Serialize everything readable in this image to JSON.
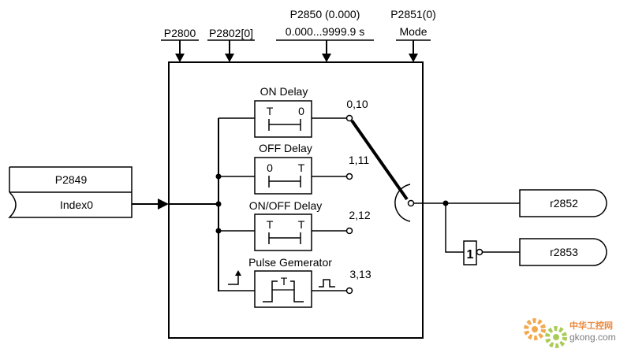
{
  "params": {
    "p2800": "P2800",
    "p2802": "P2802[0]",
    "p2850_line1": "P2850 (0.000)",
    "p2850_line2": "0.000...9999.9 s",
    "p2851_line1": "P2851(0)",
    "p2851_line2": "Mode"
  },
  "input": {
    "name": "P2849",
    "index": "Index0"
  },
  "blocks": {
    "on_delay": {
      "title": "ON Delay",
      "left": "T",
      "right": "0",
      "output": "0,10"
    },
    "off_delay": {
      "title": "OFF Delay",
      "left": "0",
      "right": "T",
      "output": "1,11"
    },
    "onoff_delay": {
      "title": "ON/OFF Delay",
      "left": "T",
      "right": "T",
      "output": "2,12"
    },
    "pulse": {
      "title": "Pulse Gemerator",
      "center": "T",
      "output": "3,13"
    }
  },
  "outputs": {
    "r2852": "r2852",
    "r2853": "r2853",
    "not_gate": "1"
  },
  "watermark": {
    "line1": "中华工控网",
    "line2": "gkong.com"
  },
  "colors": {
    "line": "#000000",
    "background": "#ffffff",
    "watermark_gear": "#f29a2e",
    "watermark_gear2": "#9cc43a"
  }
}
